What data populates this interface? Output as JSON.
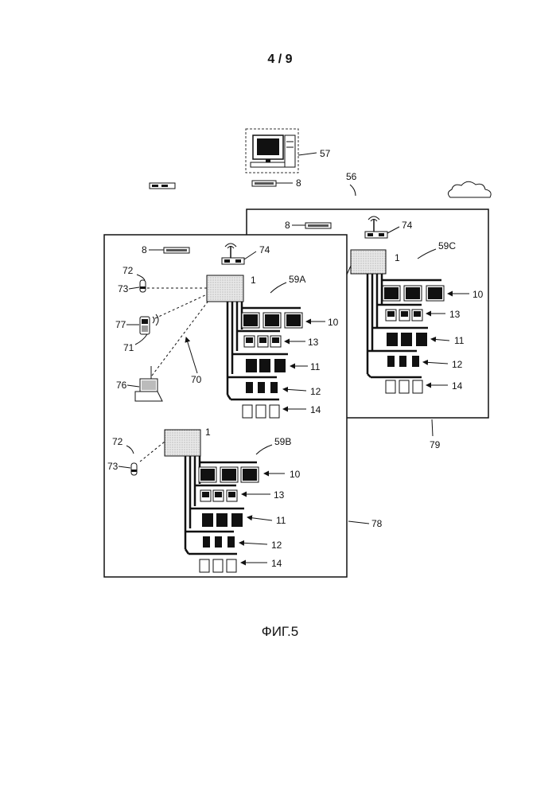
{
  "page_number": "4 / 9",
  "caption": "ФИГ.5",
  "labels": {
    "l57": "57",
    "l8_top": "8",
    "l56": "56",
    "l8_79": "8",
    "l74_79": "74",
    "l1_59c": "1",
    "l59c": "59C",
    "l10_c": "10",
    "l13_c": "13",
    "l11_c": "11",
    "l12_c": "12",
    "l14_c": "14",
    "l79": "79",
    "l8_78": "8",
    "l74_78": "74",
    "l72a": "72",
    "l73a": "73",
    "l1_59a": "1",
    "l59a": "59A",
    "l77": "77",
    "l71": "71",
    "l70": "70",
    "l76": "76",
    "l10_a": "10",
    "l13_a": "13",
    "l11_a": "11",
    "l12_a": "12",
    "l14_a": "14",
    "l72b": "72",
    "l73b": "73",
    "l1_59b": "1",
    "l59b": "59B",
    "l10_b": "10",
    "l13_b": "13",
    "l11_b": "11",
    "l12_b": "12",
    "l14_b": "14",
    "l78": "78"
  }
}
